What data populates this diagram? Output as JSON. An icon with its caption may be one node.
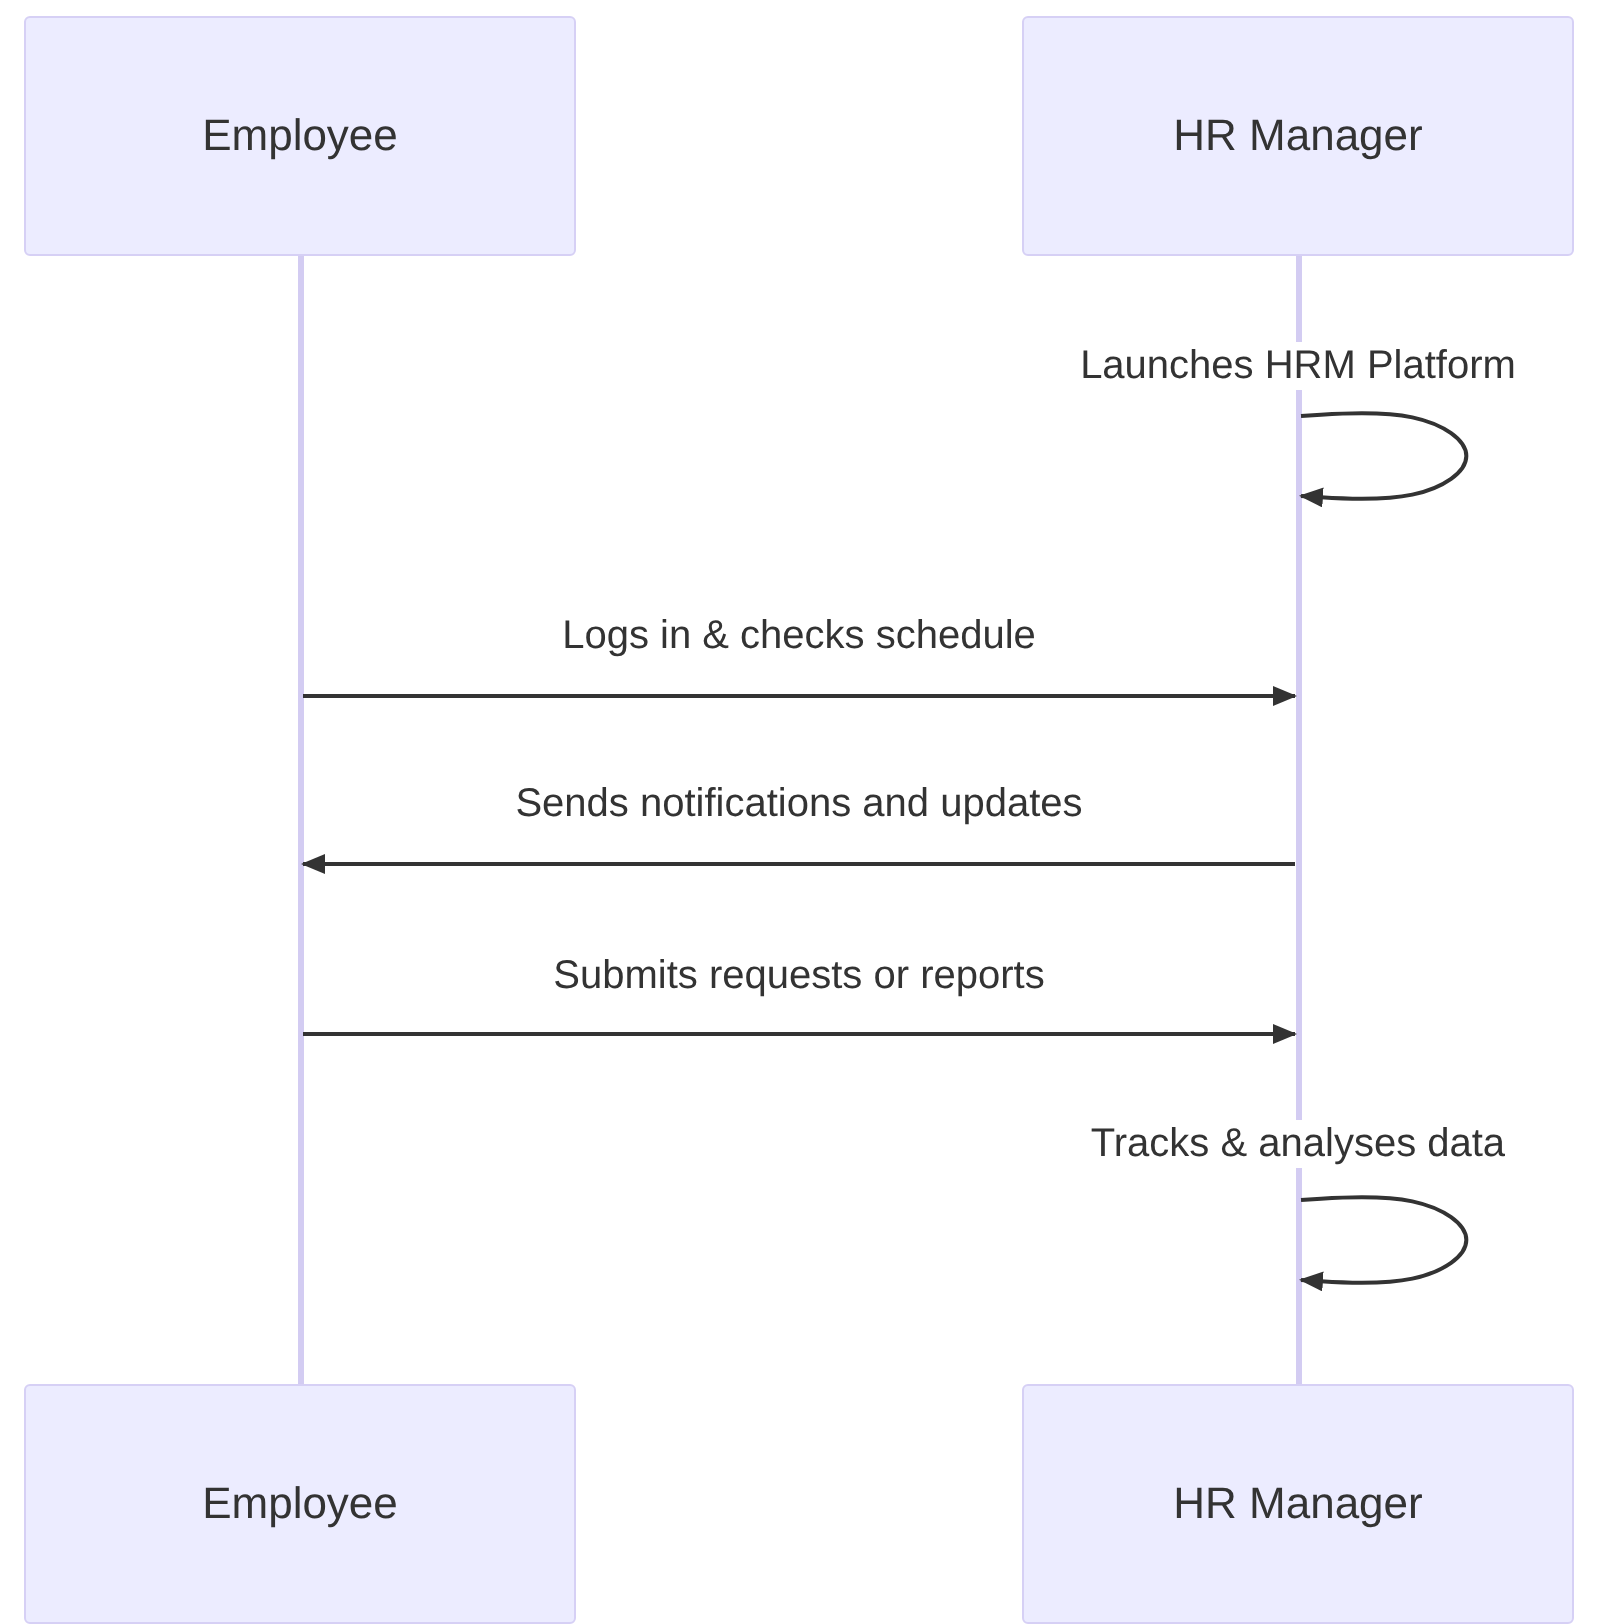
{
  "diagram": {
    "nodes": [
      {
        "text": [
          "Employee"
        ]
      },
      {
        "text": [
          "HR Manager"
        ]
      },
      {
        "text": [
          "Employee"
        ]
      },
      {
        "text": [
          "HR Manager"
        ]
      },
      {
        "text": [],
        "shape": "bar"
      },
      {
        "text": [],
        "shape": "bar"
      }
    ],
    "edges": [
      {
        "from": 5,
        "to": 5,
        "arrow": "to",
        "label": "Launches HRM Platform"
      },
      {
        "from": 4,
        "to": 5,
        "arrow": "to",
        "label": "Logs in & checks schedule"
      },
      {
        "from": 5,
        "to": 4,
        "arrow": "to",
        "label": "Sends notifications and updates"
      },
      {
        "from": 4,
        "to": 5,
        "arrow": "to",
        "label": "Submits requests or reports"
      },
      {
        "from": 5,
        "to": 5,
        "arrow": "to",
        "label": "Tracks & analyses data"
      }
    ]
  }
}
